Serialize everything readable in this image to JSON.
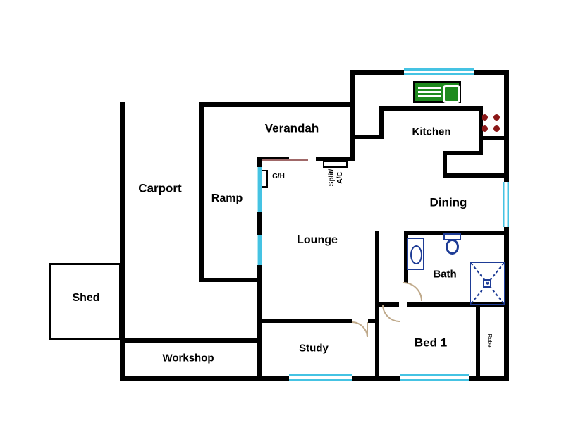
{
  "rooms": {
    "verandah": "Verandah",
    "carport": "Carport",
    "ramp": "Ramp",
    "kitchen": "Kitchen",
    "dining": "Dining",
    "lounge": "Lounge",
    "bath": "Bath",
    "shed": "Shed",
    "workshop": "Workshop",
    "study": "Study",
    "bed1": "Bed 1"
  },
  "annotations": {
    "gas_heater": "G/H",
    "split_ac_line1": "Split/",
    "split_ac_line2": "A/C",
    "robe": "Robe"
  },
  "colors": {
    "wall": "#000000",
    "window_cyan": "#45C3E3",
    "window_light": "#AEE7F2",
    "rail_maroon": "#A06868",
    "sink_green": "#1E8A1E",
    "burner_red": "#8B1717",
    "fixture_navy": "#1E3C96",
    "door_tan": "#BFA98A"
  }
}
